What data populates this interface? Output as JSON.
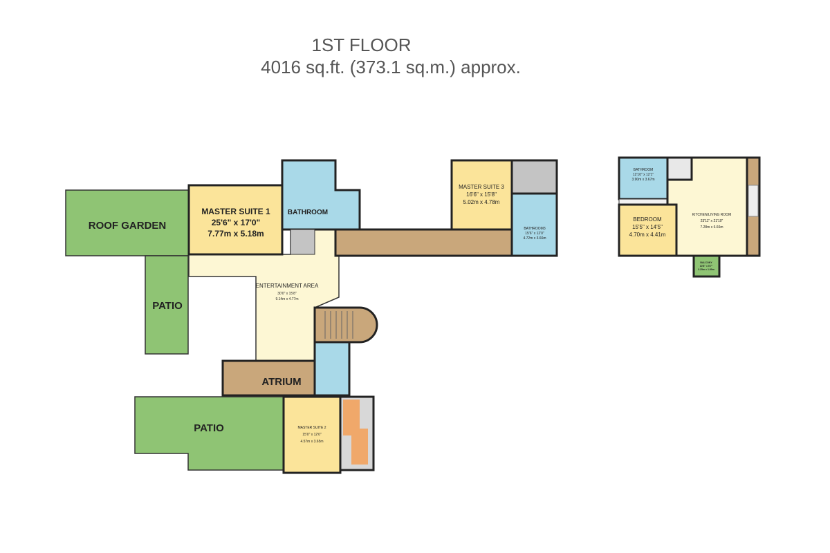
{
  "header": {
    "title": "1ST FLOOR",
    "area": "4016 sq.ft. (373.1 sq.m.) approx."
  },
  "colors": {
    "garden": "#8fc474",
    "bedroom": "#fbe49a",
    "bathroom": "#a9d9e8",
    "living": "#fdf7d4",
    "corridor": "#c9a77b",
    "grey": "#c4c4c4",
    "orange": "#f0a86a"
  },
  "rooms": {
    "roof_garden": {
      "name": "ROOF GARDEN"
    },
    "patio1": {
      "name": "PATIO"
    },
    "patio2": {
      "name": "PATIO"
    },
    "master1": {
      "name": "MASTER SUITE 1",
      "imperial": "25'6\" x 17'0\"",
      "metric": "7.77m x 5.18m"
    },
    "bathroom1": {
      "name": "BATHROOM"
    },
    "master3": {
      "name": "MASTER SUITE 3",
      "imperial": "16'6\" x 15'8\"",
      "metric": "5.02m x 4.78m"
    },
    "bathroom3": {
      "name": "BATHROOM3",
      "imperial": "15'6\" x 12'0\"",
      "metric": "4.72m x 3.66m"
    },
    "entertainment": {
      "name": "ENTERTAINMENT AREA",
      "imperial": "30'0\" x 15'8\"",
      "metric": "9.14m x 4.77m"
    },
    "atrium": {
      "name": "ATRIUM"
    },
    "master2": {
      "name": "MASTER SUITE 2",
      "imperial": "15'0\" x 12'0\"",
      "metric": "4.57m x 3.65m"
    },
    "bathroom4": {
      "name": "BATHROOM",
      "imperial": "12'10\" x 12'1\"",
      "metric": "3.90m x 3.67m"
    },
    "bedroom": {
      "name": "BEDROOM",
      "imperial": "15'5\" x 14'5\"",
      "metric": "4.70m x 4.41m"
    },
    "kitchen": {
      "name": "KITCHEN/LIVING ROOM",
      "imperial": "23'11\" x 21'10\"",
      "metric": "7.28m x 6.66m"
    },
    "balcony": {
      "name": "BALCONY",
      "imperial": "10'8\" x 5'7\"",
      "metric": "3.25m x 1.69m"
    }
  }
}
